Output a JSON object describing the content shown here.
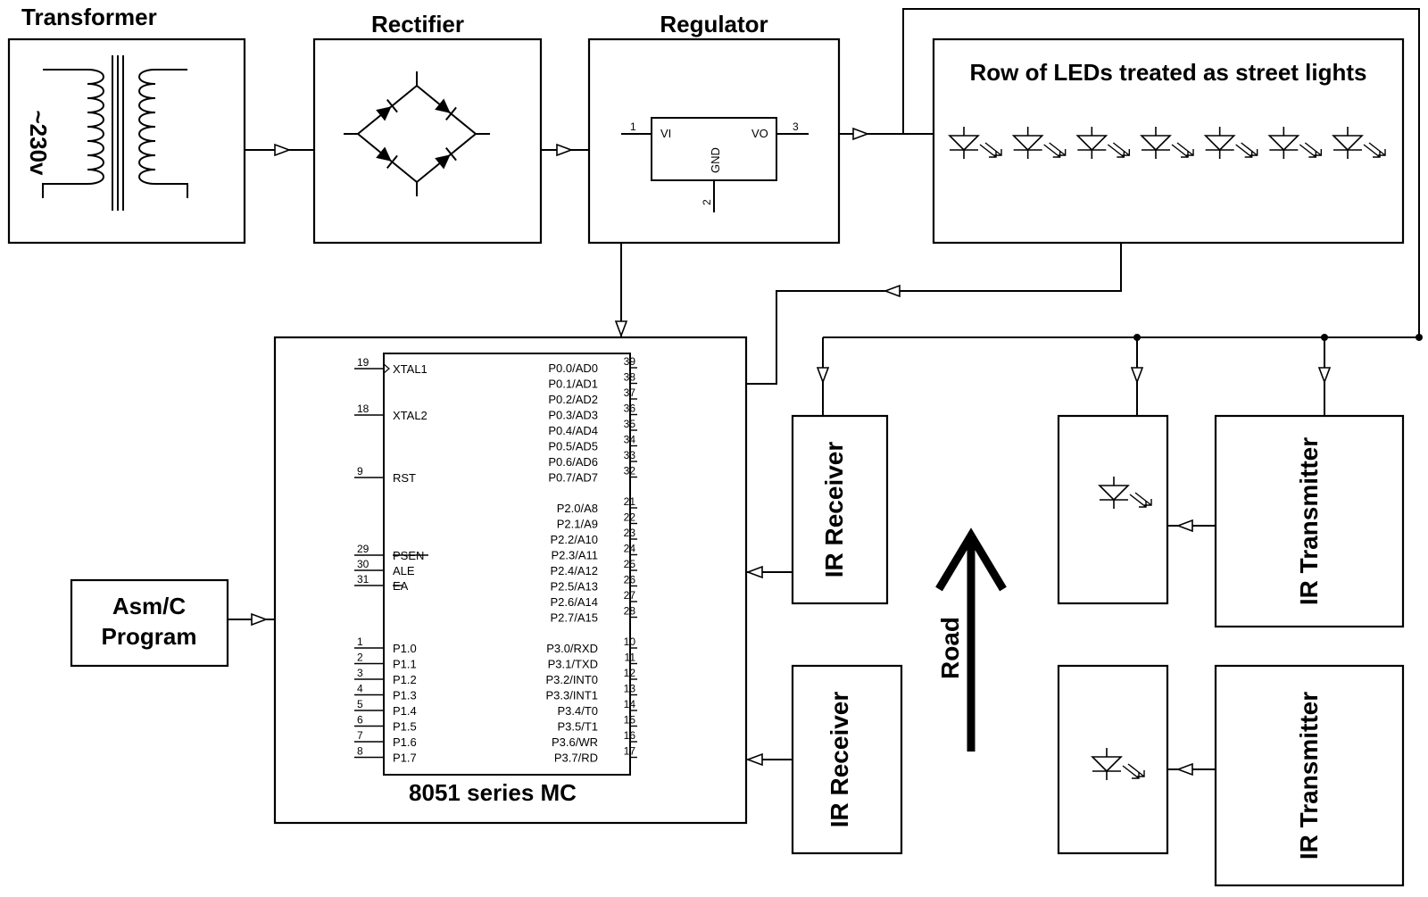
{
  "blocks": {
    "transformer": {
      "title": "Transformer",
      "voltage": "~230v"
    },
    "rectifier": {
      "title": "Rectifier"
    },
    "regulator": {
      "title": "Regulator",
      "pin_vi": "VI",
      "pin_vo": "VO",
      "pin_gnd": "GND",
      "pin1": "1",
      "pin2": "2",
      "pin3": "3"
    },
    "leds": {
      "title": "Row of LEDs treated as street lights",
      "count": 7
    },
    "program": {
      "line1": "Asm/C",
      "line2": "Program"
    },
    "mcu": {
      "title": "8051 series MC"
    },
    "ir_receiver_top": {
      "label": "IR Receiver"
    },
    "ir_receiver_bottom": {
      "label": "IR Receiver"
    },
    "ir_transmitter_top": {
      "label": "IR Transmitter"
    },
    "ir_transmitter_bottom": {
      "label": "IR Transmitter"
    },
    "road": {
      "label": "Road"
    }
  },
  "mcu_pins": {
    "left_top": [
      {
        "num": "19",
        "name": "XTAL1"
      },
      {
        "num": "18",
        "name": "XTAL2"
      },
      {
        "num": "9",
        "name": "RST"
      },
      {
        "num": "29",
        "name": "PSEN"
      },
      {
        "num": "30",
        "name": "ALE"
      },
      {
        "num": "31",
        "name": "EA"
      }
    ],
    "left_p1": [
      {
        "num": "1",
        "name": "P1.0"
      },
      {
        "num": "2",
        "name": "P1.1"
      },
      {
        "num": "3",
        "name": "P1.2"
      },
      {
        "num": "4",
        "name": "P1.3"
      },
      {
        "num": "5",
        "name": "P1.4"
      },
      {
        "num": "6",
        "name": "P1.5"
      },
      {
        "num": "7",
        "name": "P1.6"
      },
      {
        "num": "8",
        "name": "P1.7"
      }
    ],
    "right_p0": [
      {
        "num": "39",
        "name": "P0.0/AD0"
      },
      {
        "num": "38",
        "name": "P0.1/AD1"
      },
      {
        "num": "37",
        "name": "P0.2/AD2"
      },
      {
        "num": "36",
        "name": "P0.3/AD3"
      },
      {
        "num": "35",
        "name": "P0.4/AD4"
      },
      {
        "num": "34",
        "name": "P0.5/AD5"
      },
      {
        "num": "33",
        "name": "P0.6/AD6"
      },
      {
        "num": "32",
        "name": "P0.7/AD7"
      }
    ],
    "right_p2": [
      {
        "num": "21",
        "name": "P2.0/A8"
      },
      {
        "num": "22",
        "name": "P2.1/A9"
      },
      {
        "num": "23",
        "name": "P2.2/A10"
      },
      {
        "num": "24",
        "name": "P2.3/A11"
      },
      {
        "num": "25",
        "name": "P2.4/A12"
      },
      {
        "num": "26",
        "name": "P2.5/A13"
      },
      {
        "num": "27",
        "name": "P2.6/A14"
      },
      {
        "num": "28",
        "name": "P2.7/A15"
      }
    ],
    "right_p3": [
      {
        "num": "10",
        "name": "P3.0/RXD"
      },
      {
        "num": "11",
        "name": "P3.1/TXD"
      },
      {
        "num": "12",
        "name": "P3.2/INT0"
      },
      {
        "num": "13",
        "name": "P3.3/INT1"
      },
      {
        "num": "14",
        "name": "P3.4/T0"
      },
      {
        "num": "15",
        "name": "P3.5/T1"
      },
      {
        "num": "16",
        "name": "P3.6/WR"
      },
      {
        "num": "17",
        "name": "P3.7/RD"
      }
    ]
  }
}
